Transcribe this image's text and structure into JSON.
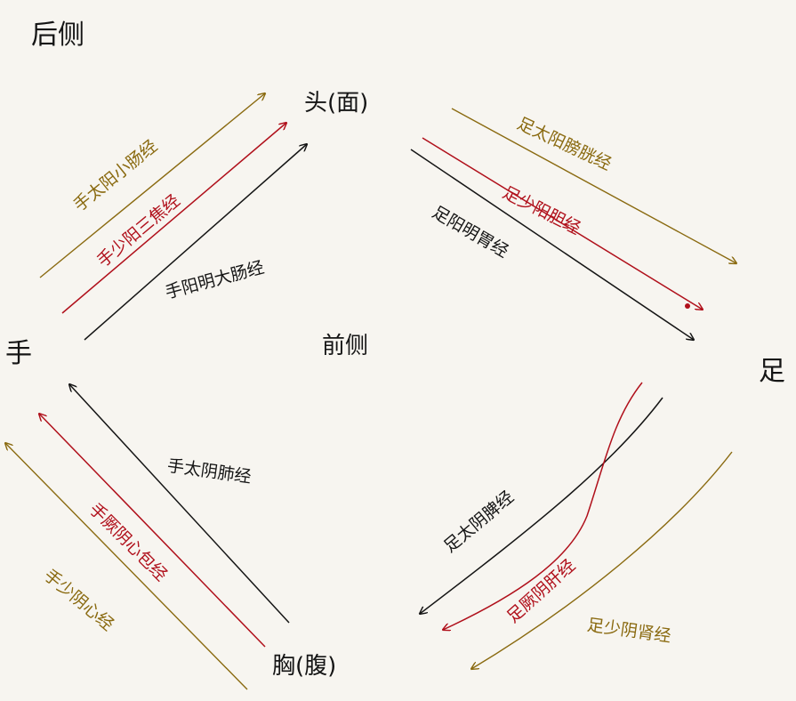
{
  "labels": {
    "back_side": "后侧",
    "front_side": "前侧",
    "head": "头(面)",
    "hand": "手",
    "foot": "足",
    "chest": "胸(腹)"
  },
  "meridians": {
    "hand_taiyang": "手太阳小肠经",
    "hand_shaoyang": "手少阳三焦经",
    "hand_yangming": "手阳明大肠经",
    "foot_taiyang": "足太阳膀胱经",
    "foot_shaoyang": "足少阳胆经",
    "foot_yangming": "足阳明胃经",
    "hand_taiyin": "手太阴肺经",
    "hand_jueyin": "手厥阴心包经",
    "hand_shaoyin": "手少阴心经",
    "foot_taiyin": "足太阴脾经",
    "foot_jueyin": "足厥阴肝经",
    "foot_shaoyin": "足少阴肾经"
  },
  "colors": {
    "background": "#f7f5f0",
    "black": "#151515",
    "red": "#b0101b",
    "gold": "#8a6a10"
  }
}
